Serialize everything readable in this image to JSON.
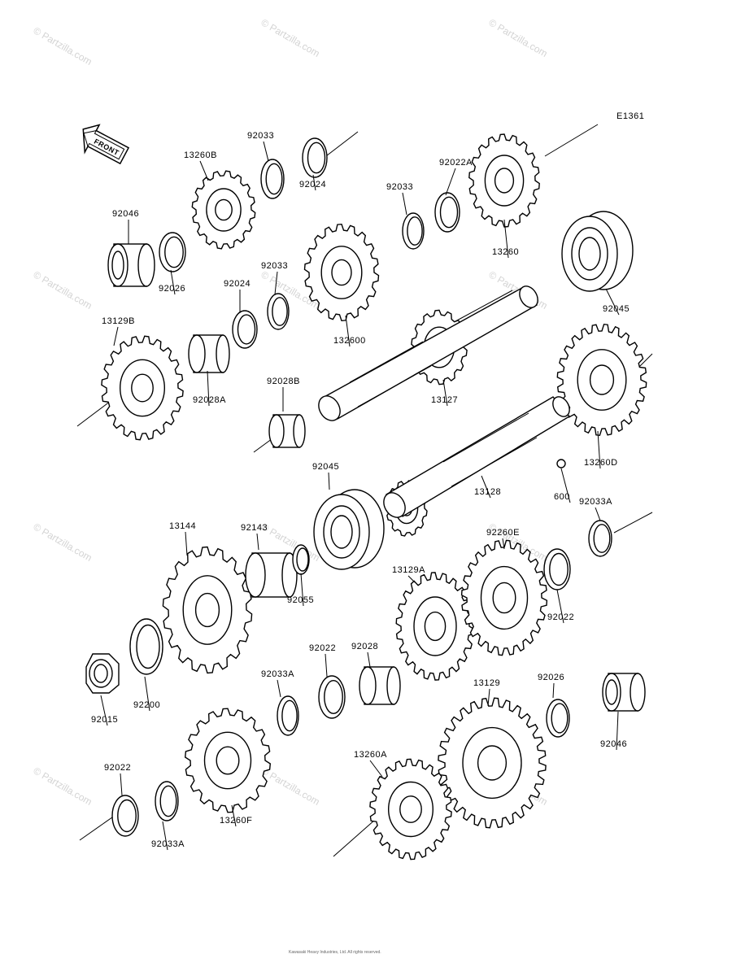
{
  "diagram": {
    "code": "E1361",
    "front_label": "FRONT",
    "watermark": "© Partzilla.com",
    "footer": "Kawasaki Heavy Industries, Ltd.  All rights reserved.",
    "labels": [
      "13260B",
      "92033",
      "92024",
      "92022A",
      "92033",
      "13260",
      "92046",
      "92026",
      "92024",
      "92033",
      "132600",
      "92045",
      "13129B",
      "92028A",
      "92028B",
      "13127",
      "13260D",
      "92045",
      "13128",
      "600",
      "92033A",
      "13144",
      "92143",
      "92055",
      "92260E",
      "13129A",
      "92022",
      "92028",
      "92022",
      "92033A",
      "92200",
      "92015",
      "13129",
      "92026",
      "92046",
      "92022",
      "13260F",
      "92033A",
      "13260A"
    ]
  }
}
